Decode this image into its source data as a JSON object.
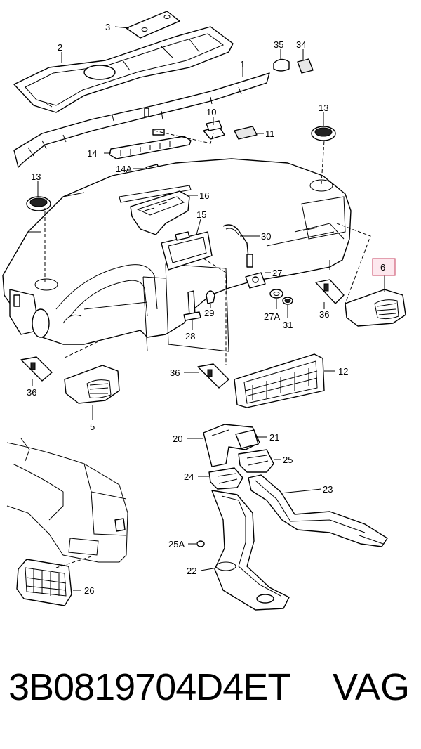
{
  "callouts": {
    "c1": "1",
    "c2": "2",
    "c3": "3",
    "c5": "5",
    "c6": "6",
    "c10": "10",
    "c11": "11",
    "c12": "12",
    "c13a": "13",
    "c13b": "13",
    "c14": "14",
    "c14a": "14A",
    "c15": "15",
    "c16": "16",
    "c20": "20",
    "c21": "21",
    "c22": "22",
    "c23": "23",
    "c24": "24",
    "c25": "25",
    "c25a": "25A",
    "c26": "26",
    "c27": "27",
    "c27a": "27A",
    "c28": "28",
    "c29": "29",
    "c30": "30",
    "c31": "31",
    "c34": "34",
    "c35": "35",
    "c36a": "36",
    "c36b": "36",
    "c36c": "36"
  },
  "highlighted_callout": "6",
  "footer": {
    "part_number": "3B0819704D4ET",
    "brand": "VAG"
  }
}
